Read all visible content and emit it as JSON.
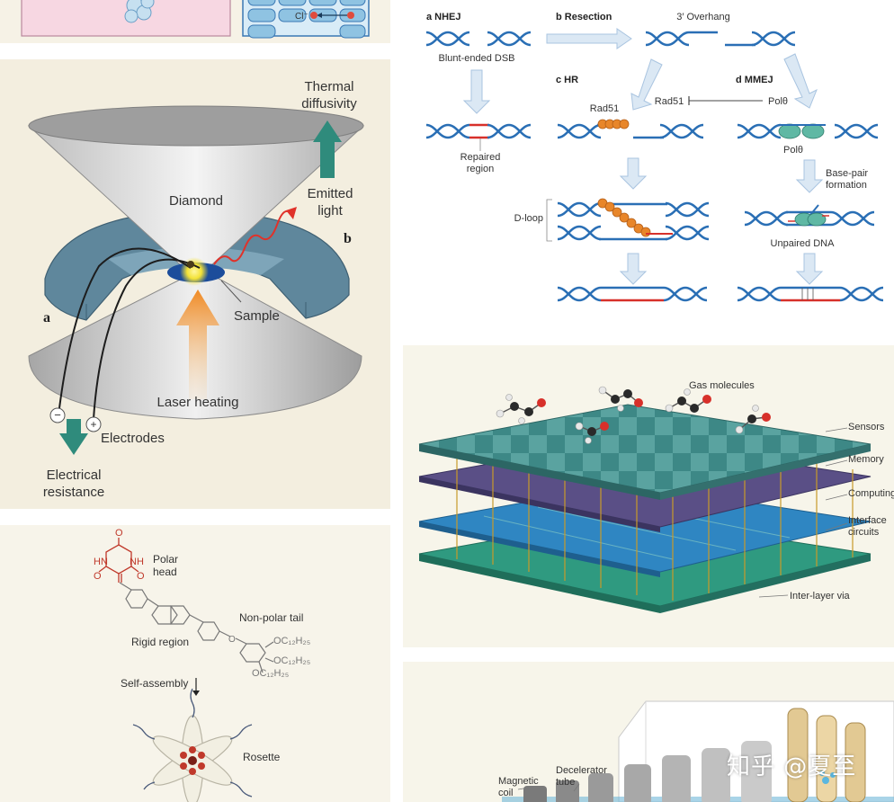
{
  "colors": {
    "dna_blue": "#2a6fb5",
    "repair_red": "#d7302a",
    "rad51_orange": "#e8862a",
    "pol_green": "#3d9c8a",
    "arrow_fill": "#dbe8f4",
    "teal_arrow": "#2f8b7c",
    "laser_orange": "#f08a24",
    "chip_teal": "#3f8f8b",
    "chip_purple": "#5a4f86",
    "chip_blue": "#2f86c2",
    "chip_green": "#2f9a80",
    "via_gold": "#c89a2a"
  },
  "top_left": {
    "ion_label": "Cl⁻"
  },
  "diamond_cell": {
    "thermal": [
      "Thermal",
      "diffusivity"
    ],
    "diamond": "Diamond",
    "emitted": [
      "Emitted",
      "light"
    ],
    "label_b": "b",
    "label_a": "a",
    "sample": "Sample",
    "laser": "Laser heating",
    "minus": "−",
    "plus": "+",
    "electrodes": "Electrodes",
    "electrical": [
      "Electrical",
      "resistance"
    ]
  },
  "rosette": {
    "polar_head": [
      "Polar",
      "head"
    ],
    "nonpolar_tail": "Non-polar tail",
    "rigid_region": "Rigid region",
    "self_assembly": "Self-assembly",
    "rosette": "Rosette",
    "chem": {
      "o1": "O",
      "o2": "O",
      "o3": "O",
      "hn": "HN",
      "nh": "NH",
      "o_link": "O",
      "oc1": "OC₁₂H₂₅",
      "oc2": "OC₁₂H₂₅",
      "oc3": "OC₁₂H₂₅"
    }
  },
  "dna": {
    "a": "a NHEJ",
    "b": "b Resection",
    "overhang": "3′ Overhang",
    "blunt": "Blunt-ended DSB",
    "c": "c HR",
    "d": "d MMEJ",
    "rad51_top": "Rad51",
    "pol_top": "Polθ",
    "rad51_c": "Rad51",
    "repaired": [
      "Repaired",
      "region"
    ],
    "pol_d": "Polθ",
    "basepair": [
      "Base-pair",
      "formation"
    ],
    "dloop": "D-loop",
    "unpaired": "Unpaired DNA"
  },
  "chip": {
    "gas": "Gas molecules",
    "sensors": "Sensors",
    "memory": "Memory",
    "computing": "Computing",
    "interface": [
      "Interface",
      "circuits"
    ],
    "via": "Inter-layer via"
  },
  "decel": {
    "coil": [
      "Magnetic",
      "coil"
    ],
    "tube": [
      "Decelerator",
      "tube"
    ]
  },
  "watermark": "知乎 @夏至"
}
